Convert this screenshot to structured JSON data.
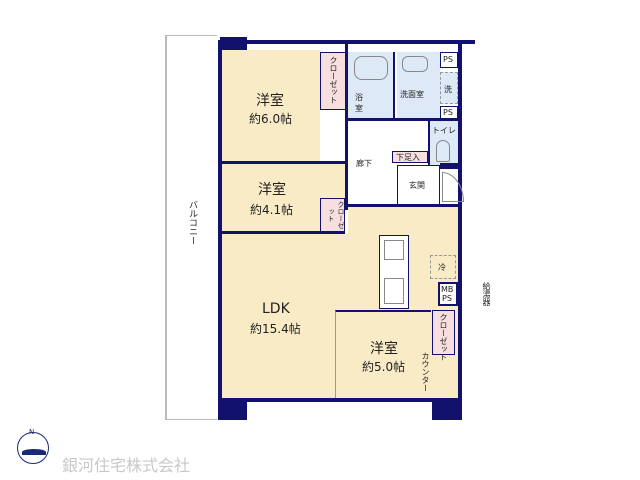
{
  "balcony": {
    "label": "バルコニー"
  },
  "rooms": {
    "western1": {
      "name": "洋室",
      "size": "約6.0帖"
    },
    "western2": {
      "name": "洋室",
      "size": "約4.1帖"
    },
    "ldk": {
      "name": "LDK",
      "size": "約15.4帖"
    },
    "western3": {
      "name": "洋室",
      "size": "約5.0帖"
    }
  },
  "labels": {
    "closet": "クローゼット",
    "closet_short": "クローゼット",
    "bath": "浴室",
    "washroom": "洗面室",
    "washer": "洗",
    "ps": "PS",
    "toilet": "トイレ",
    "hallway": "廊下",
    "shoe_box": "下足入",
    "entrance": "玄関",
    "fridge": "冷",
    "mbps_1": "MB",
    "mbps_2": "PS",
    "water_heater": "給湯器",
    "counter": "カウンター"
  },
  "compass": {
    "label": "N"
  },
  "company": {
    "name": "銀河住宅株式会社"
  },
  "colors": {
    "wall": "#12126e",
    "room": "#f8ebc6",
    "wet": "#dde9f6",
    "closet": "#f7dfe0",
    "logo_text": "#c8c8c8"
  }
}
